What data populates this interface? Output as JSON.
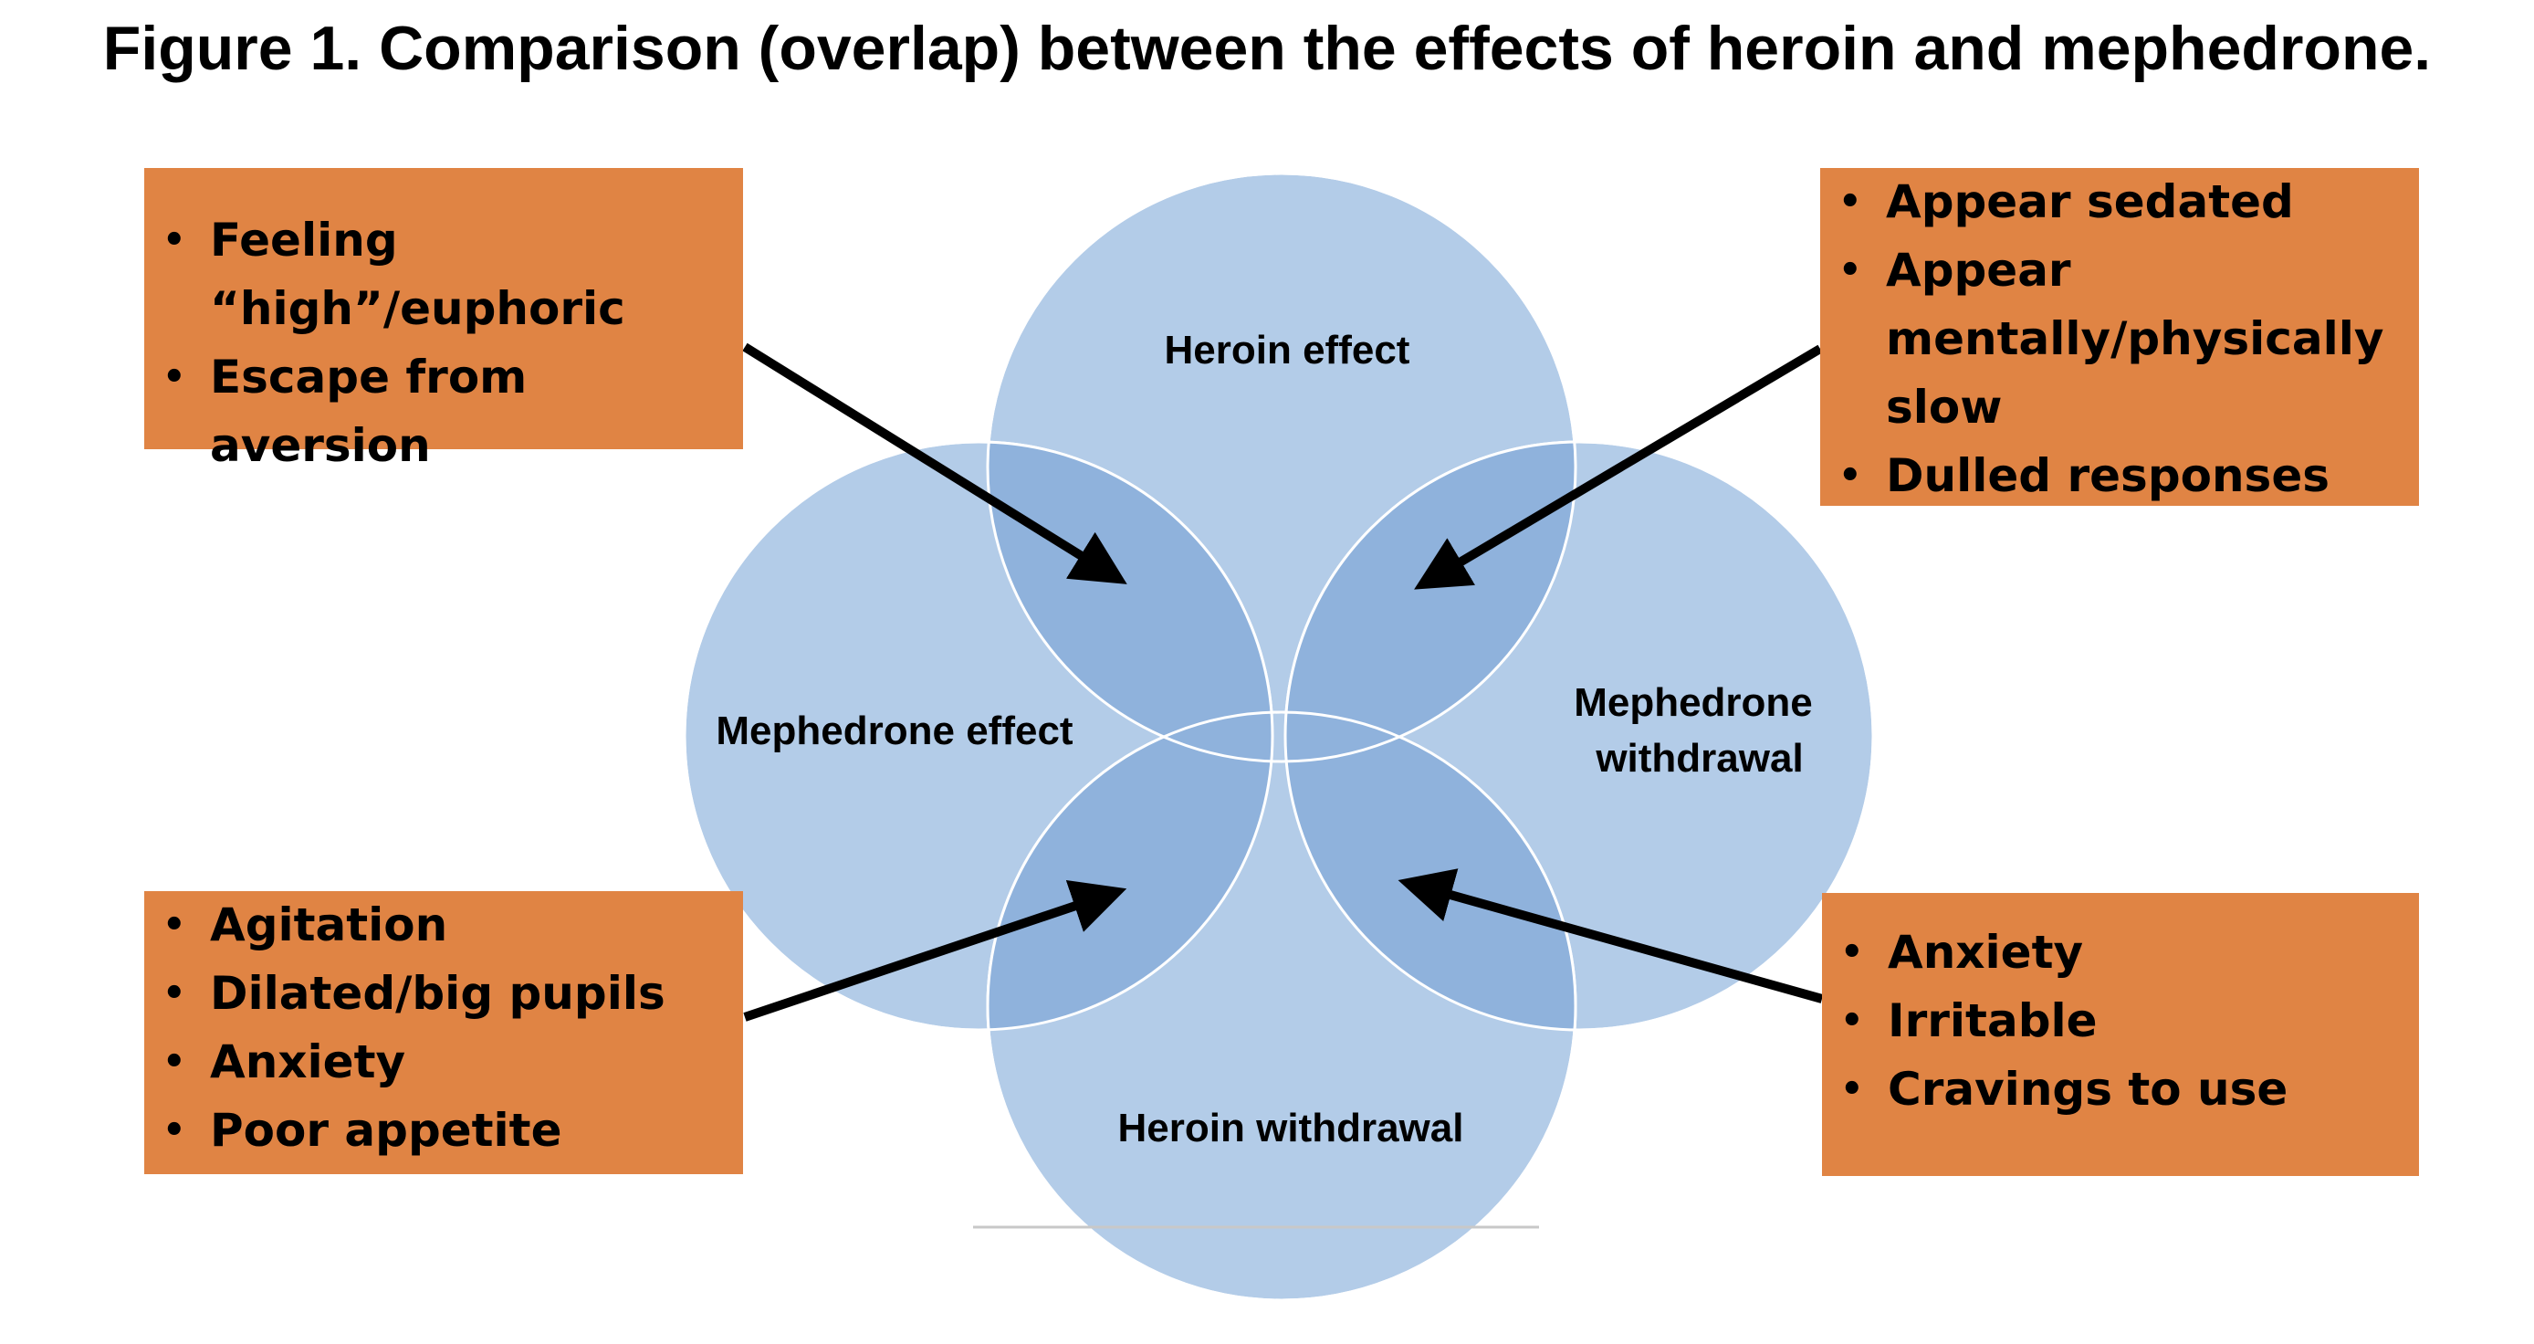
{
  "title": "Figure 1. Comparison (overlap) between the effects of heroin and mephedrone.",
  "circles": {
    "heroin_effect": "Heroin effect",
    "mephedrone_effect": "Mephedrone effect",
    "mephedrone_withdrawal_line1": "Mephedrone",
    "mephedrone_withdrawal_line2": "withdrawal",
    "heroin_withdrawal": "Heroin withdrawal"
  },
  "boxes": {
    "top_left": {
      "items": [
        "Feeling “high”/euphoric",
        "Escape from aversion"
      ]
    },
    "top_right": {
      "items": [
        "Appear sedated",
        "Appear mentally/physically slow",
        "Dulled responses"
      ]
    },
    "bottom_left": {
      "items": [
        "Agitation",
        "Dilated/big pupils",
        "Anxiety",
        "Poor appetite"
      ]
    },
    "bottom_right": {
      "items": [
        "Anxiety",
        "Irritable",
        "Cravings to use"
      ]
    }
  },
  "colors": {
    "circle_fill": "#b3cce8",
    "overlap_fill": "#8fb2dc",
    "box_fill": "#e08444",
    "arrow": "#000000"
  }
}
